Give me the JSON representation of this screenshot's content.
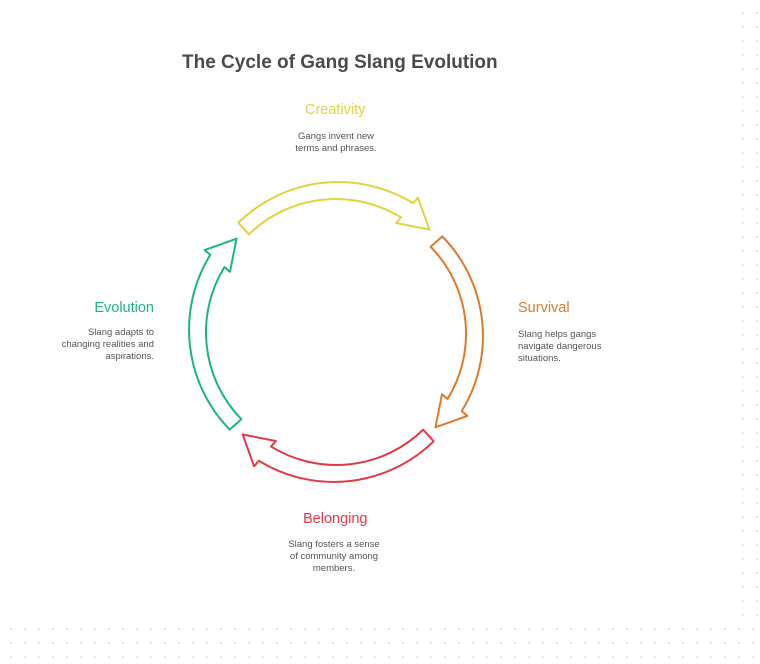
{
  "title": "The Cycle of Gang Slang Evolution",
  "stages": [
    {
      "id": "creativity",
      "label": "Creativity",
      "color": "#e2d341",
      "desc": [
        "Gangs invent new",
        "terms and phrases."
      ]
    },
    {
      "id": "survival",
      "label": "Survival",
      "color": "#df7a2c",
      "desc": [
        "Slang helps gangs",
        "navigate dangerous",
        "situations."
      ]
    },
    {
      "id": "belonging",
      "label": "Belonging",
      "color": "#e13a48",
      "desc": [
        "Slang fosters a sense",
        "of community among",
        "members."
      ]
    },
    {
      "id": "evolution",
      "label": "Evolution",
      "color": "#1cb581",
      "desc": [
        "Slang adapts to",
        "changing realities and",
        "aspirations."
      ]
    }
  ]
}
